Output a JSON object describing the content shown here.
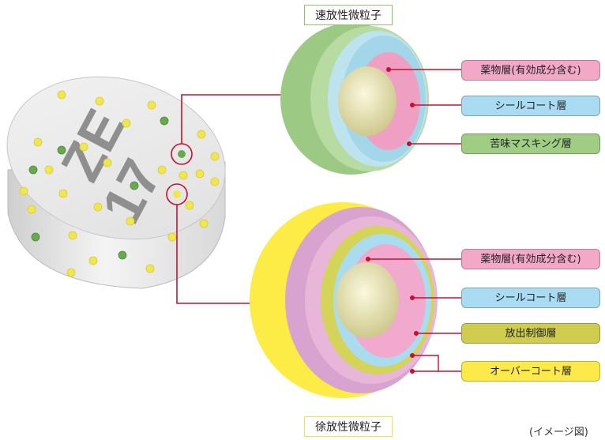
{
  "fast": {
    "title": "速放性微粒子",
    "layers": [
      {
        "label": "薬物層(有効成分含む)",
        "color": "#ee9fc2"
      },
      {
        "label": "シールコート層",
        "color": "#a8dcee"
      },
      {
        "label": "苦味マスキング層",
        "color": "#9fcd83"
      }
    ]
  },
  "slow": {
    "title": "徐放性微粒子",
    "layers": [
      {
        "label": "薬物層(有効成分含む)",
        "color": "#f1aace"
      },
      {
        "label": "シールコート層",
        "color": "#a8dcee"
      },
      {
        "label": "放出制御層",
        "color": "#cfcc4f"
      },
      {
        "label": "オーバーコート層",
        "color": "#fde94a"
      }
    ]
  },
  "tablet": {
    "imprint": "ZE\n17"
  },
  "caption": "(イメージ図)",
  "colors": {
    "connector": "#c8102e",
    "fast_border": "#8cc06a",
    "slow_border": "#f0e04a"
  }
}
